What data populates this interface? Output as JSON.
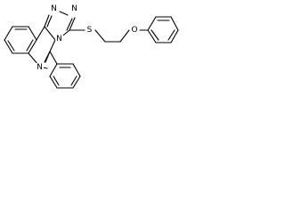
{
  "atom_labels": {
    "n_triazole_top": "N",
    "n_triazole_upper": "N",
    "n_triazole_bridge": "N",
    "sulfur": "S",
    "n_quinazoline": "N",
    "oxygen": "O"
  }
}
